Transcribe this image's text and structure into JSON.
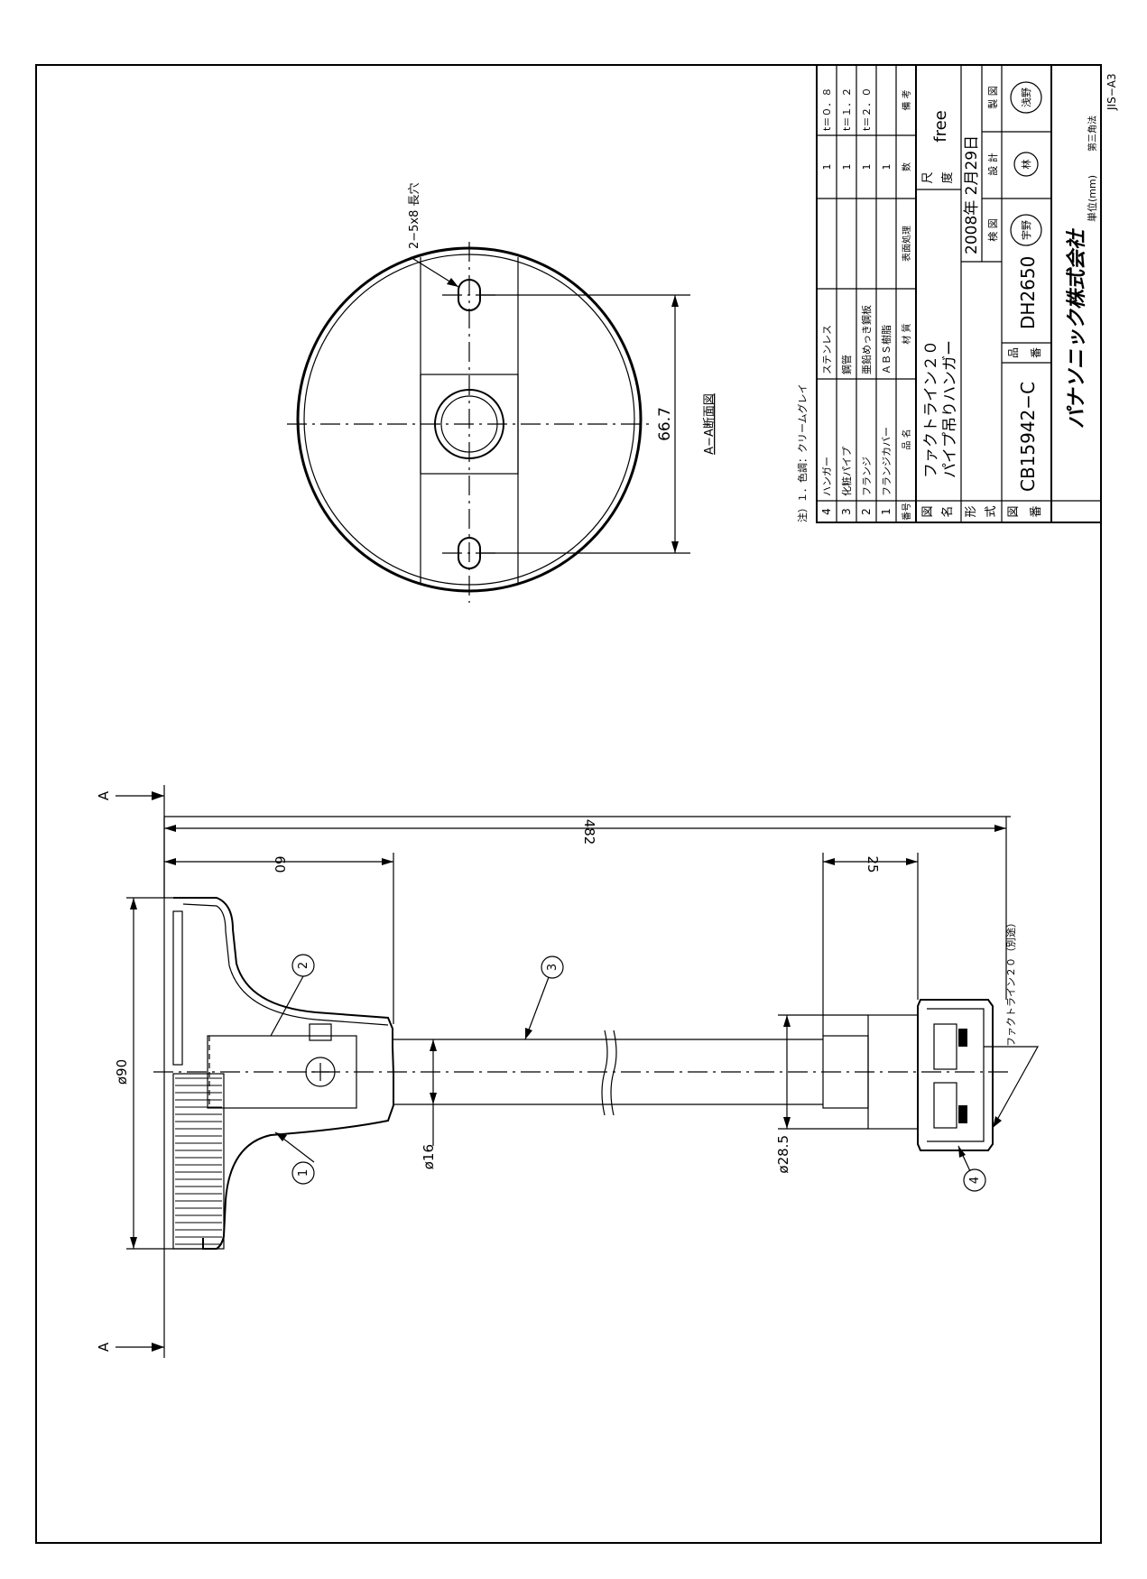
{
  "section_view": {
    "title": "A−A断面図",
    "dim_hole_span": "66.7",
    "callout_holes": "2−5x8 長穴"
  },
  "side_view": {
    "section_mark": "A",
    "dim_total_length": "482",
    "dim_flange_depth": "60",
    "dim_hanger_depth": "25",
    "dim_flange_dia": "ø90",
    "dim_pipe_dia": "ø16",
    "dim_cover_dia": "ø28.5",
    "note_factline": "ファクトライン２０（別途）",
    "balloons": [
      "1",
      "2",
      "3",
      "4"
    ]
  },
  "title_block": {
    "note": "注）１．色調：クリームグレイ",
    "parts": [
      {
        "no": "4",
        "name": "ハンガー",
        "material": "ステンレス",
        "finish": "",
        "qty": "1",
        "remarks": "t＝０．８"
      },
      {
        "no": "3",
        "name": "化粧パイプ",
        "material": "鋼管",
        "finish": "",
        "qty": "1",
        "remarks": "t＝１．２"
      },
      {
        "no": "2",
        "name": "フランジ",
        "material": "亜鉛めっき鋼板",
        "finish": "",
        "qty": "1",
        "remarks": "t＝２．０"
      },
      {
        "no": "1",
        "name": "フランジカバー",
        "material": "ＡＢＳ樹脂",
        "finish": "",
        "qty": "1",
        "remarks": ""
      }
    ],
    "header": {
      "no": "番号",
      "name": "品 名",
      "material": "材 質",
      "finish": "表面処理",
      "qty": "数",
      "remarks": "備 考"
    },
    "drawing_name_label": [
      "図",
      "名"
    ],
    "drawing_name": [
      "ファクトライン２０",
      "パイプ吊りハンガー"
    ],
    "model_label": [
      "形",
      "式"
    ],
    "drawing_no_label": [
      "図",
      "番"
    ],
    "drawing_no": "CB15942−C",
    "product_no_label": [
      "品",
      "番"
    ],
    "product_no": "DH2650",
    "scale_label": [
      "尺",
      "度"
    ],
    "scale": "free",
    "date": "2008年 2月29日",
    "approval_labels": [
      "検 図",
      "設 計",
      "製 図"
    ],
    "approval_stamps": [
      "宇野",
      "林",
      "浅野"
    ],
    "company": "パナソニック株式会社",
    "unit": "単位(mm)",
    "projection": "第三角法",
    "sheet_size": "JIS−A3"
  }
}
